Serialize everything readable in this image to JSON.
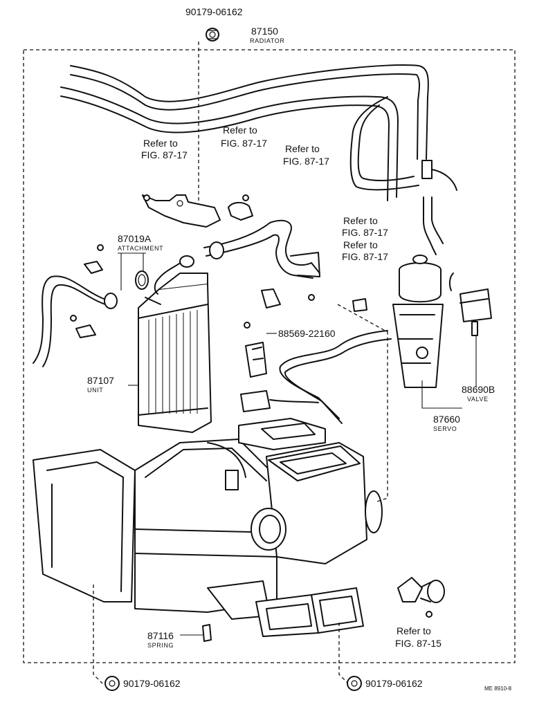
{
  "labels": {
    "p90179_top": "90179-06162",
    "p87150_num": "87150",
    "p87150_name": "RADIATOR",
    "ref_1a": "Refer to",
    "ref_1b": "FIG. 87-17",
    "ref_2a": "Refer to",
    "ref_2b": "FIG. 87-17",
    "ref_3a": "Refer to",
    "ref_3b": "FIG. 87-17",
    "ref_4a": "Refer to",
    "ref_4b": "FIG. 87-17",
    "ref_5a": "Refer to",
    "ref_5b": "FIG. 87-17",
    "p87019A_num": "87019A",
    "p87019A_name": "ATTACHMENT",
    "p88569": "88569-22160",
    "p87107_num": "87107",
    "p87107_name": "UNIT",
    "p88690B_num": "88690B",
    "p88690B_name": "VALVE",
    "p87660_num": "87660",
    "p87660_name": "SERVO",
    "p87116_num": "87116",
    "p87116_name": "SPRING",
    "ref_6a": "Refer to",
    "ref_6b": "FIG. 87-15",
    "p90179_bl": "90179-06162",
    "p90179_br": "90179-06162",
    "code": "ME 8910-8"
  },
  "colors": {
    "ink": "#111111",
    "paper": "#ffffff"
  }
}
